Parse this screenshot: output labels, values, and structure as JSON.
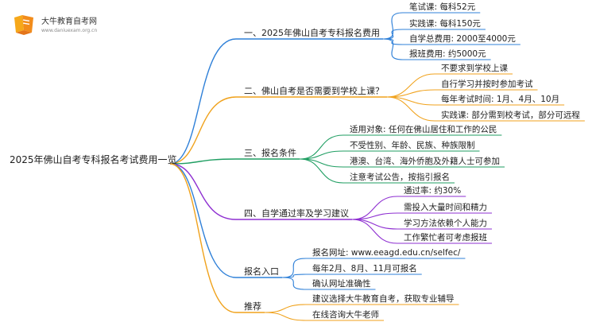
{
  "logo": {
    "title": "大牛教育自考网",
    "url": "www.daniuexam.org.cn"
  },
  "root": {
    "label": "2025年佛山自考专科报名考试费用一览"
  },
  "colors": {
    "b1": "#2f80d8",
    "b2": "#f0a21c",
    "b3": "#1f9e62",
    "b4": "#8e2fd1",
    "b5": "#2f80d8",
    "b6": "#f0a21c"
  },
  "branches": [
    {
      "label": "一、2025年佛山自考专科报名费用",
      "leaves": [
        "笔试课: 每科52元",
        "实践课: 每科150元",
        "自学总费用: 2000至4000元",
        "报班费用: 约5000元"
      ]
    },
    {
      "label": "二、佛山自考是否需要到学校上课？",
      "leaves": [
        "不要求到学校上课",
        "自行学习并按时参加考试",
        "每年考试时间: 1月、4月、10月",
        "实践课: 部分需到校考试，部分可远程"
      ]
    },
    {
      "label": "三、报名条件",
      "leaves": [
        "适用对象: 任何在佛山居住和工作的公民",
        "不受性别、年龄、民族、种族限制",
        "港澳、台湾、海外侨胞及外籍人士可参加",
        "注意考试公告，按指引报名"
      ]
    },
    {
      "label": "四、自学通过率及学习建议",
      "leaves": [
        "通过率: 约30%",
        "需投入大量时间和精力",
        "学习方法依赖个人能力",
        "工作繁忙者可考虑报班"
      ]
    },
    {
      "label": "报名入口",
      "leaves": [
        "报名网址: www.eeagd.edu.cn/selfec/",
        "每年2月、8月、11月可报名",
        "确认网址准确性"
      ]
    },
    {
      "label": "推荐",
      "leaves": [
        "建议选择大牛教育自考，获取专业辅导",
        "在线咨询大牛老师"
      ]
    }
  ]
}
